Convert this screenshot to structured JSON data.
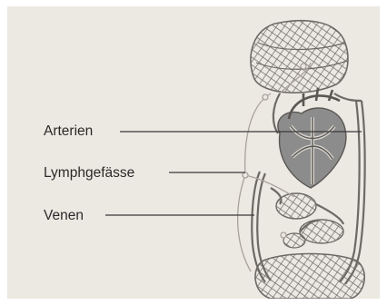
{
  "labels": {
    "arteries": "Arterien",
    "lymph_vessels": "Lymphgefässe",
    "veins": "Venen"
  },
  "colors": {
    "background": "#ece8e2",
    "vessel": "#6d6a66",
    "heart": "#8c8c8c",
    "lymph": "#a8a29b",
    "leader_line": "#3a3a3a"
  }
}
